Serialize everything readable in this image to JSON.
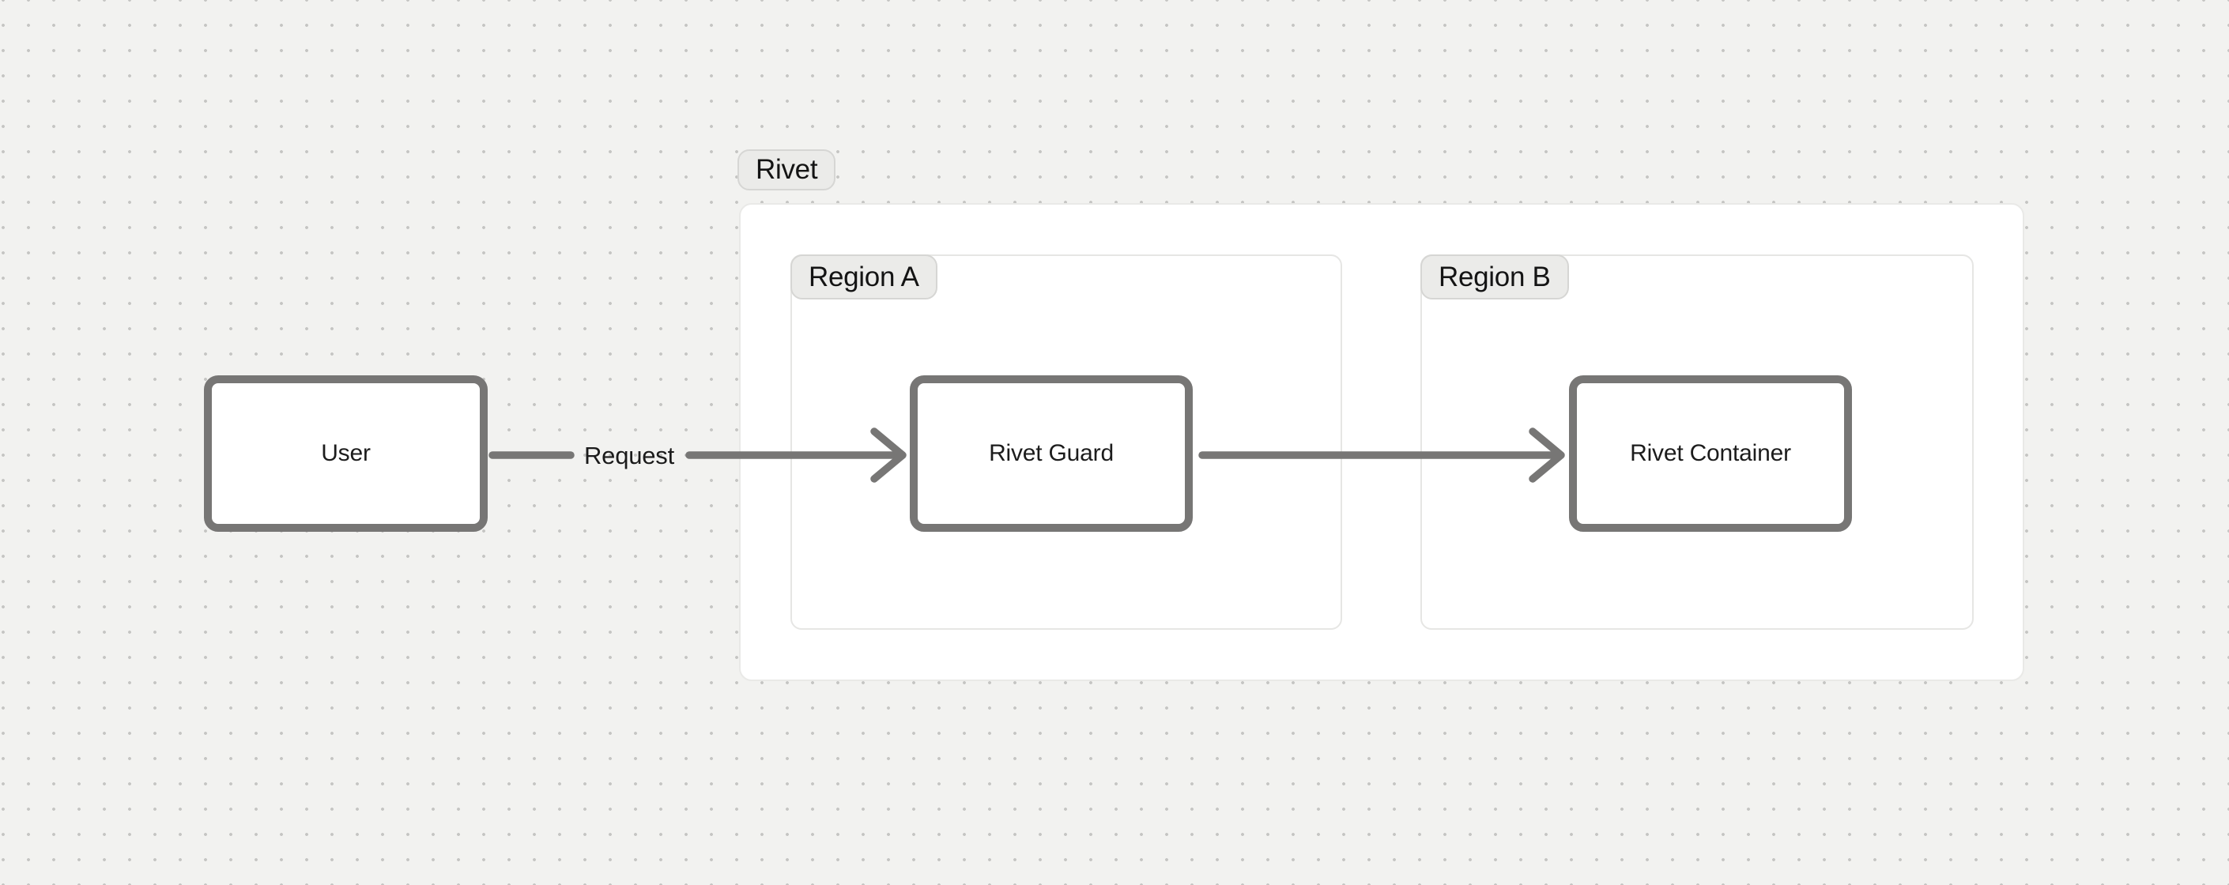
{
  "diagram": {
    "groups": [
      {
        "id": "rivet",
        "label": "Rivet"
      },
      {
        "id": "region-a",
        "label": "Region A"
      },
      {
        "id": "region-b",
        "label": "Region B"
      }
    ],
    "nodes": [
      {
        "id": "user",
        "label": "User"
      },
      {
        "id": "rivet-guard",
        "label": "Rivet Guard"
      },
      {
        "id": "rivet-container",
        "label": "Rivet Container"
      }
    ],
    "edges": [
      {
        "from": "user",
        "to": "rivet-guard",
        "label": "Request"
      },
      {
        "from": "rivet-guard",
        "to": "rivet-container",
        "label": ""
      }
    ],
    "colors": {
      "canvas_background": "#f2f2f0",
      "dot_grid": "#c5c5c3",
      "node_border": "#777675",
      "node_fill": "#ffffff",
      "arrow": "#777675",
      "badge_fill": "#ebebe9",
      "badge_border": "#d6d6d4",
      "container_fill": "#ffffff",
      "container_border": "#e9e9e7",
      "text": "#1c1c1c"
    }
  }
}
